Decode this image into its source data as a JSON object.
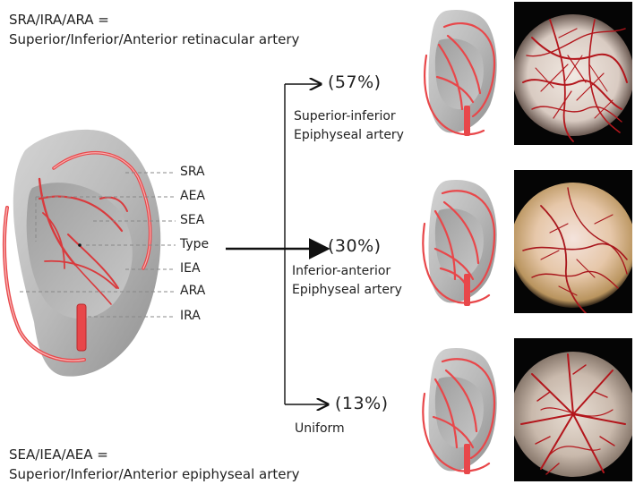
{
  "legend_top": {
    "line1": "SRA/IRA/ARA =",
    "line2": "Superior/Inferior/Anterior retinacular artery"
  },
  "legend_bottom": {
    "line1": "SEA/IEA/AEA =",
    "line2": "Superior/Inferior/Anterior epiphyseal artery"
  },
  "labels": [
    "SRA",
    "AEA",
    "SEA",
    "Type",
    "IEA",
    "ARA",
    "IRA"
  ],
  "types": [
    {
      "percent": "(57%)",
      "line1": "Superior-inferior",
      "line2": "Epiphyseal artery"
    },
    {
      "percent": "(30%)",
      "line1": "Inferior-anterior",
      "line2": "Epiphyseal artery"
    },
    {
      "percent": "(13%)",
      "line1": "Uniform",
      "line2": ""
    }
  ],
  "colors": {
    "artery": "#e8474a",
    "bone": "#bdbdbd",
    "arrow": "#111111",
    "leader": "#888888"
  }
}
